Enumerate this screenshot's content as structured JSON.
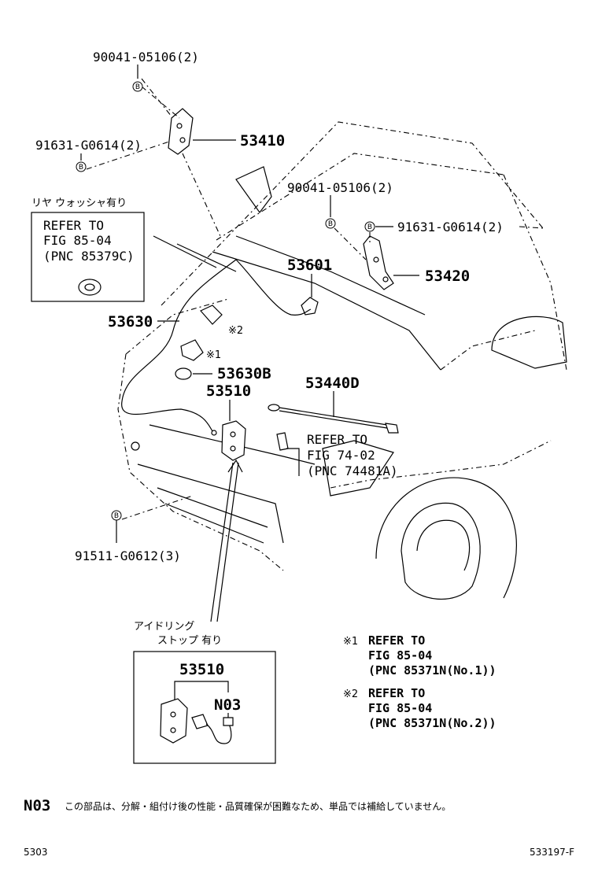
{
  "parts": {
    "bolt_left_top": "90041-05106(2)",
    "bolt_left_mid": "91631-G0614(2)",
    "hinge_left": "53410",
    "bolt_right_top": "90041-05106(2)",
    "bolt_right_mid": "91631-G0614(2)",
    "hinge_right": "53420",
    "support_rod": "53601",
    "cable": "53630",
    "clip": "53630B",
    "lock": "53510",
    "rod": "53440D",
    "bolt_bottom": "91511-G0612(3)",
    "bolt_marker": "B"
  },
  "notes": {
    "rear_washer_title": "リヤ ウォッシャ有り",
    "rear_washer_refer": [
      "REFER TO",
      "FIG 85-04",
      "(PNC 85379C)"
    ],
    "refer_74": [
      "REFER TO",
      "FIG 74-02",
      "(PNC 74481A)"
    ],
    "mark1": "※1",
    "mark2": "※2",
    "ref1_lines": [
      "REFER TO",
      "FIG 85-04",
      "(PNC 85371N(No.1))"
    ],
    "ref2_lines": [
      "REFER TO",
      "FIG 85-04",
      "(PNC 85371N(No.2))"
    ]
  },
  "inset": {
    "title_line1": "アイドリング",
    "title_line2": "ストップ 有り",
    "lock_label": "53510",
    "code_label": "N03"
  },
  "footer": {
    "code": "N03",
    "note_text": "この部品は、分解・組付け後の性能・品質確保が困難なため、単品では補給していません。",
    "left_id": "5303",
    "right_id": "533197-F"
  }
}
